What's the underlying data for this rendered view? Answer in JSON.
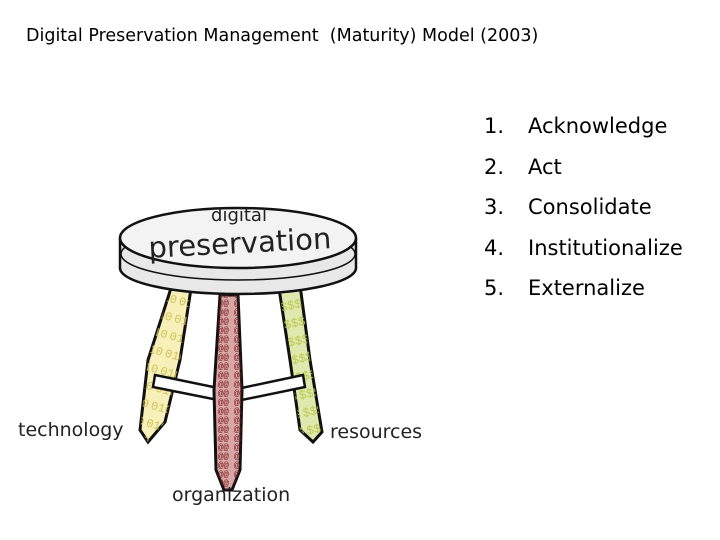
{
  "slide": {
    "title": "Digital Preservation Management  (Maturity) Model (2003)"
  },
  "stool": {
    "seat_line1": "digital",
    "seat_line2": "preservation",
    "legs": {
      "technology": "technology",
      "organization": "organization",
      "resources": "resources"
    },
    "leg_patterns": {
      "technology": "010",
      "organization": "@@",
      "resources": "$$$"
    }
  },
  "stages": [
    {
      "num": "1.",
      "label": "Acknowledge"
    },
    {
      "num": "2.",
      "label": "Act"
    },
    {
      "num": "3.",
      "label": "Consolidate"
    },
    {
      "num": "4.",
      "label": "Institutionalize"
    },
    {
      "num": "5.",
      "label": "Externalize"
    }
  ],
  "colors": {
    "technology_leg": "#f7f0b8",
    "organization_leg": "#d9a6a6",
    "resources_leg": "#dfe9ae",
    "outline": "#111111"
  }
}
